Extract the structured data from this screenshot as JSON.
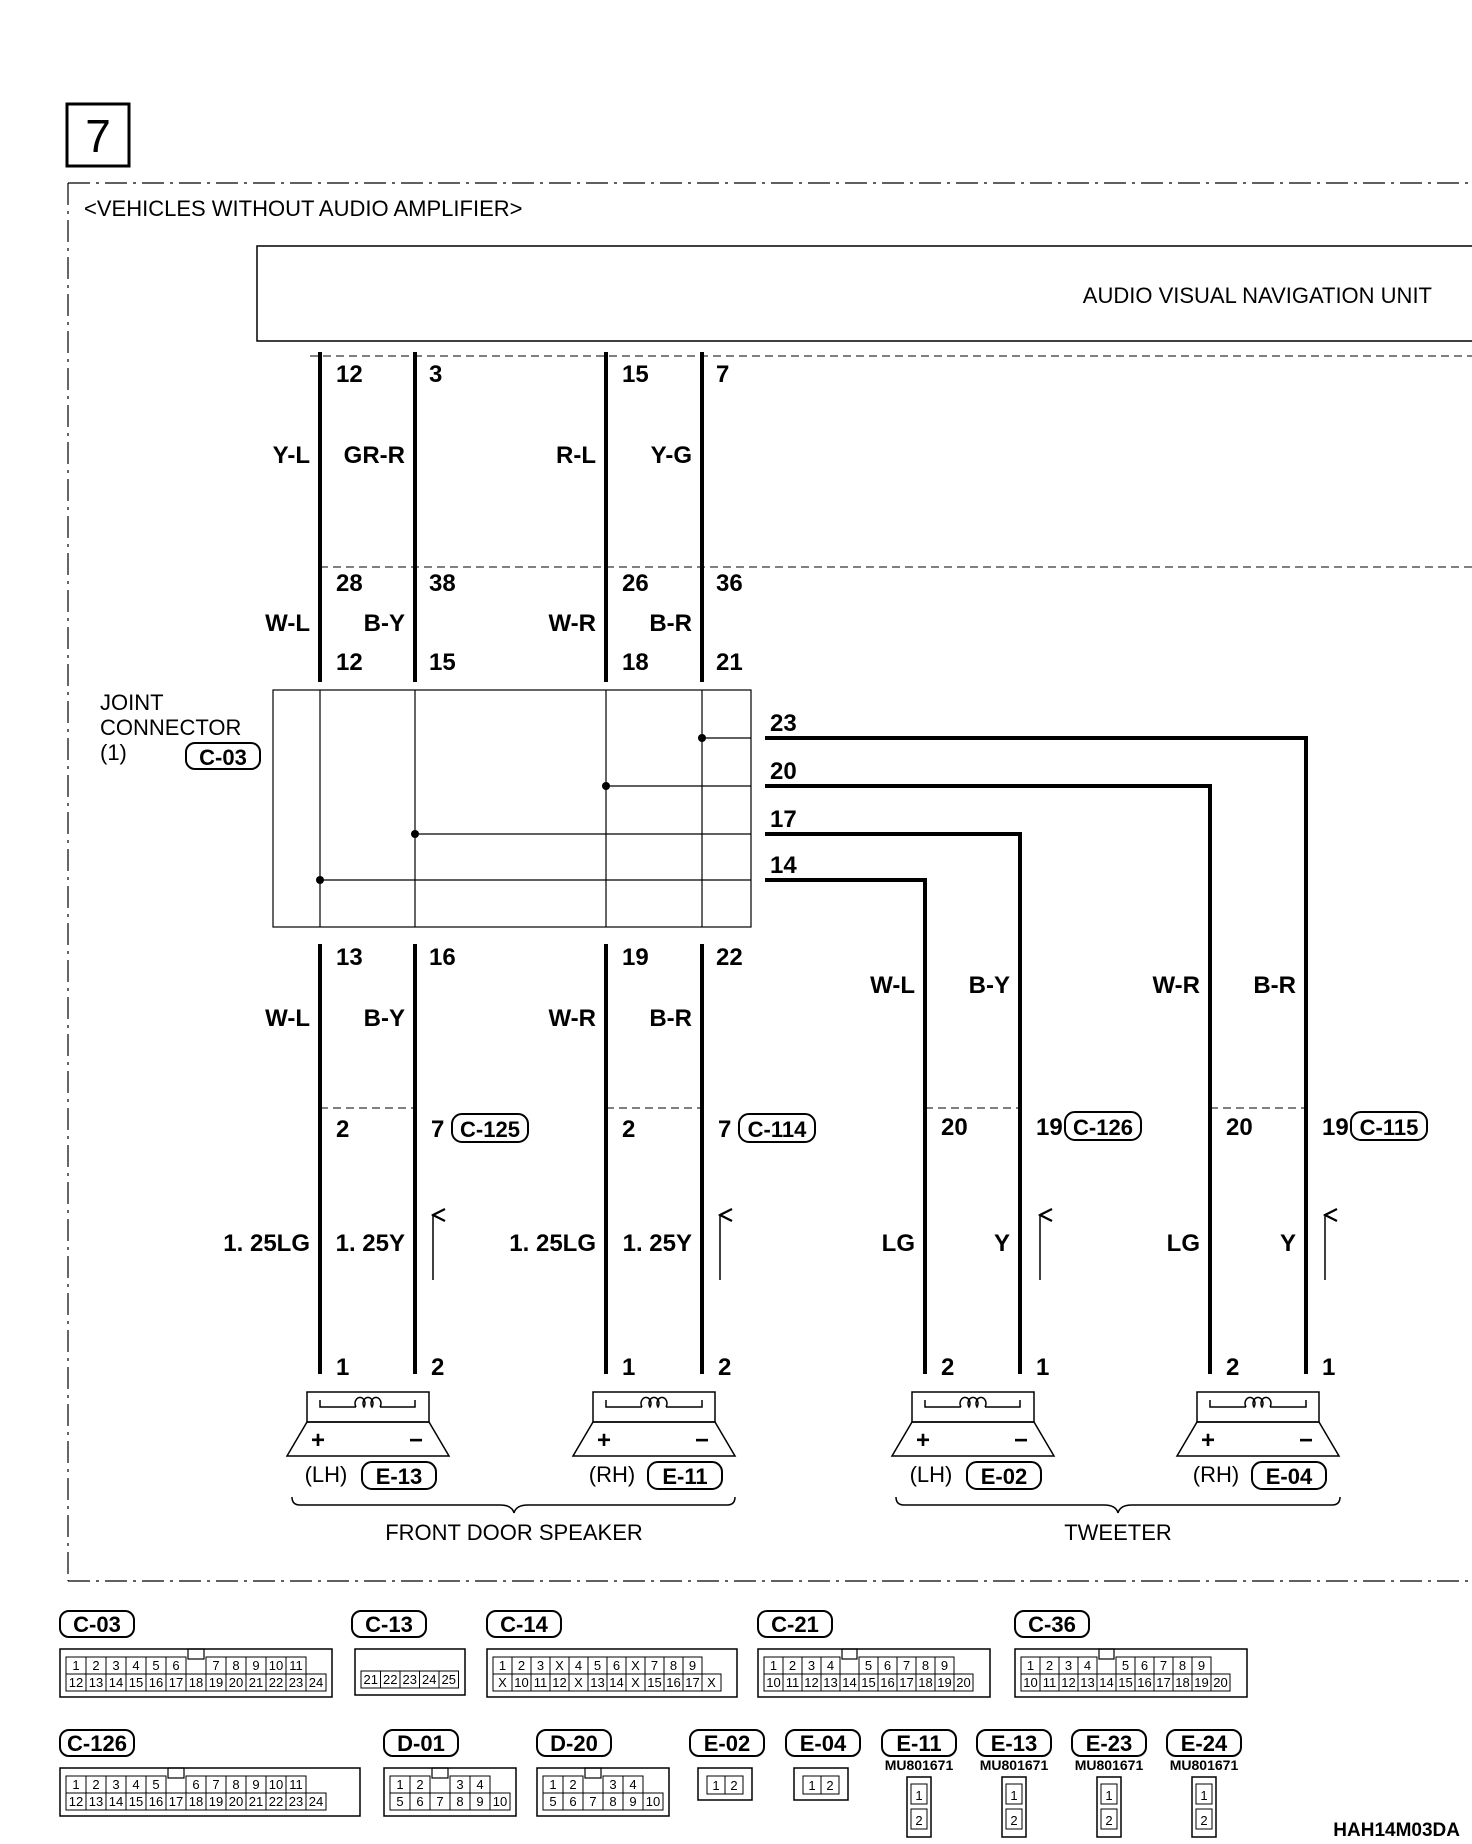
{
  "diagram": {
    "page_number": "7",
    "subtitle": "<VEHICLES WITHOUT AUDIO AMPLIFIER>",
    "unit_label": "AUDIO VISUAL NAVIGATION UNIT",
    "joint_connector_label": [
      "JOINT",
      "CONNECTOR",
      "(1)"
    ],
    "joint_connector_id": "C-03",
    "unit_pins": [
      "12",
      "3",
      "15",
      "7"
    ],
    "unit_wire_colors": [
      "Y-L",
      "GR-R",
      "R-L",
      "Y-G"
    ],
    "joint_in_outer_pins": [
      "28",
      "38",
      "26",
      "36"
    ],
    "joint_in_wire_colors": [
      "W-L",
      "B-Y",
      "W-R",
      "B-R"
    ],
    "joint_in_pins": [
      "12",
      "15",
      "18",
      "21"
    ],
    "joint_side_pins": [
      "23",
      "20",
      "17",
      "14"
    ],
    "joint_out_pins": [
      "13",
      "16",
      "19",
      "22"
    ],
    "door_wire_colors": [
      "W-L",
      "B-Y",
      "W-R",
      "B-R"
    ],
    "tweeter_wire_colors": [
      "W-L",
      "B-Y",
      "W-R",
      "B-R"
    ],
    "inline_connectors": [
      {
        "id": "C-125",
        "pins": [
          "2",
          "7"
        ]
      },
      {
        "id": "C-114",
        "pins": [
          "2",
          "7"
        ]
      },
      {
        "id": "C-126",
        "pins": [
          "20",
          "19"
        ]
      },
      {
        "id": "C-115",
        "pins": [
          "20",
          "19"
        ]
      }
    ],
    "speaker_wire_colors": [
      [
        "1. 25LG",
        "1. 25Y"
      ],
      [
        "1. 25LG",
        "1. 25Y"
      ],
      [
        "LG",
        "Y"
      ],
      [
        "LG",
        "Y"
      ]
    ],
    "speakers": [
      {
        "side": "(LH)",
        "id": "E-13",
        "pins": [
          "1",
          "2"
        ]
      },
      {
        "side": "(RH)",
        "id": "E-11",
        "pins": [
          "1",
          "2"
        ]
      },
      {
        "side": "(LH)",
        "id": "E-02",
        "pins": [
          "2",
          "1"
        ]
      },
      {
        "side": "(RH)",
        "id": "E-04",
        "pins": [
          "2",
          "1"
        ]
      }
    ],
    "polarity": [
      "+",
      "−"
    ],
    "group_labels": [
      "FRONT DOOR SPEAKER",
      "TWEETER"
    ],
    "connector_views": {
      "c03": {
        "id": "C-03",
        "top": [
          "1",
          "2",
          "3",
          "4",
          "5",
          "6",
          "",
          "7",
          "8",
          "9",
          "10",
          "11"
        ],
        "bottom": [
          "12",
          "13",
          "14",
          "15",
          "16",
          "17",
          "18",
          "19",
          "20",
          "21",
          "22",
          "23",
          "24"
        ]
      },
      "c13": {
        "id": "C-13",
        "row": [
          "21",
          "22",
          "23",
          "24",
          "25"
        ]
      },
      "c14": {
        "id": "C-14",
        "top": [
          "1",
          "2",
          "3",
          "X",
          "4",
          "5",
          "6",
          "X",
          "7",
          "8",
          "9"
        ],
        "bottom": [
          "X",
          "10",
          "11",
          "12",
          "X",
          "13",
          "14",
          "X",
          "15",
          "16",
          "17",
          "X"
        ]
      },
      "c21": {
        "id": "C-21",
        "top": [
          "1",
          "2",
          "3",
          "4",
          "",
          "5",
          "6",
          "7",
          "8",
          "9"
        ],
        "bottom": [
          "10",
          "11",
          "12",
          "13",
          "14",
          "15",
          "16",
          "17",
          "18",
          "19",
          "20"
        ]
      },
      "c36": {
        "id": "C-36",
        "top": [
          "1",
          "2",
          "3",
          "4",
          "",
          "5",
          "6",
          "7",
          "8",
          "9"
        ],
        "bottom": [
          "10",
          "11",
          "12",
          "13",
          "14",
          "15",
          "16",
          "17",
          "18",
          "19",
          "20"
        ]
      },
      "c126": {
        "id": "C-126",
        "top": [
          "1",
          "2",
          "3",
          "4",
          "5",
          "",
          "6",
          "7",
          "8",
          "9",
          "10",
          "11"
        ],
        "bottom": [
          "12",
          "13",
          "14",
          "15",
          "16",
          "17",
          "18",
          "19",
          "20",
          "21",
          "22",
          "23",
          "24"
        ]
      },
      "d01": {
        "id": "D-01",
        "top": [
          "1",
          "2",
          "",
          "3",
          "4"
        ],
        "bottom": [
          "5",
          "6",
          "7",
          "8",
          "9",
          "10"
        ]
      },
      "d20": {
        "id": "D-20",
        "top": [
          "1",
          "2",
          "",
          "3",
          "4"
        ],
        "bottom": [
          "5",
          "6",
          "7",
          "8",
          "9",
          "10"
        ]
      },
      "e02": {
        "id": "E-02",
        "row": [
          "1",
          "2"
        ]
      },
      "e04": {
        "id": "E-04",
        "row": [
          "1",
          "2"
        ]
      },
      "e11": {
        "id": "E-11",
        "part": "MU801671",
        "pins": [
          "1",
          "2"
        ]
      },
      "e13": {
        "id": "E-13",
        "part": "MU801671",
        "pins": [
          "1",
          "2"
        ]
      },
      "e23": {
        "id": "E-23",
        "part": "MU801671",
        "pins": [
          "1",
          "2"
        ]
      },
      "e24": {
        "id": "E-24",
        "part": "MU801671",
        "pins": [
          "1",
          "2"
        ]
      }
    },
    "drawing_code": "HAH14M03DA"
  }
}
